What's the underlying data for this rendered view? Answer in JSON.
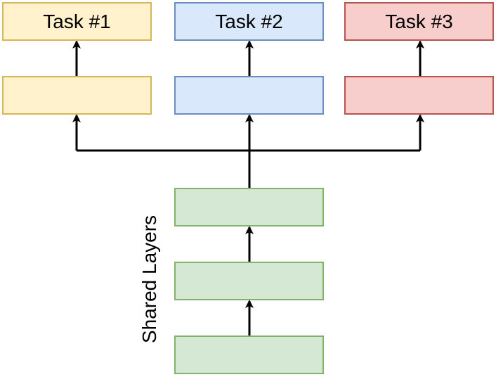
{
  "tasks": [
    {
      "label": "Task #1",
      "fill": "#fff2cc",
      "stroke": "#d6b656"
    },
    {
      "label": "Task #2",
      "fill": "#dae8fc",
      "stroke": "#6c8ebf"
    },
    {
      "label": "Task #3",
      "fill": "#f8cecc",
      "stroke": "#b85450"
    }
  ],
  "shared": {
    "label": "Shared Layers",
    "fill": "#d5e8d4",
    "stroke": "#82b366"
  },
  "connector_color": "#000000"
}
